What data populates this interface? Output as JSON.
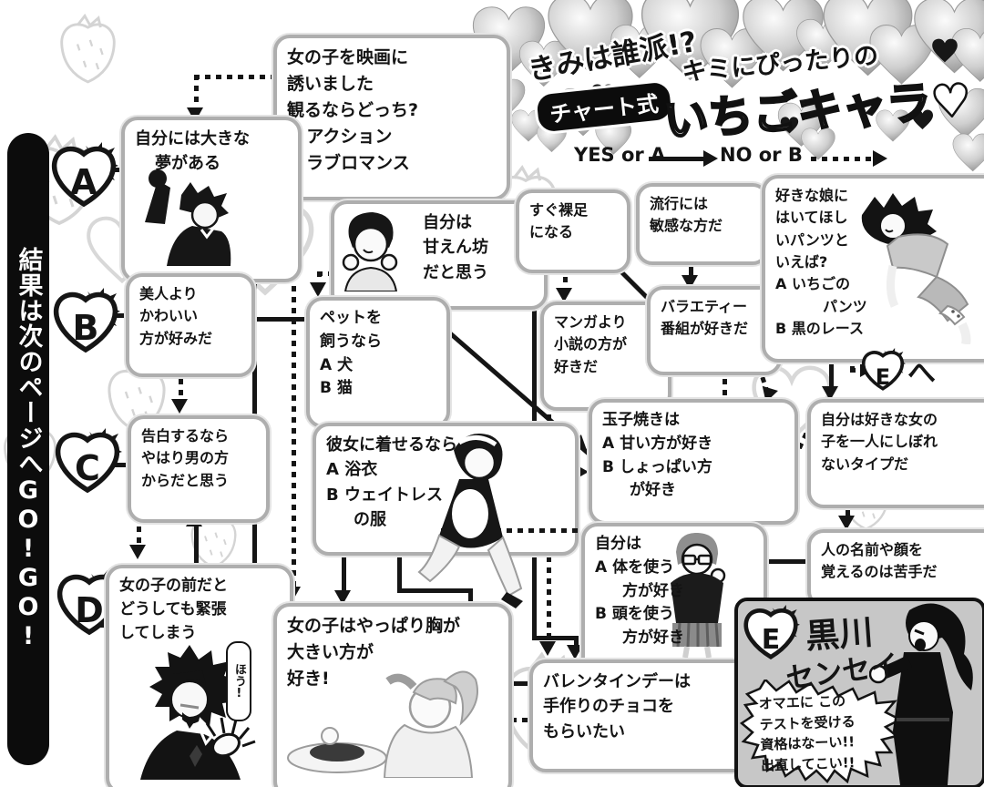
{
  "title": {
    "tagline": "きみは誰派!?",
    "badge": "チャート式",
    "line1": "キミにぴったりの",
    "line2": "いちごキャラ♥"
  },
  "legend": {
    "yes": "YES or A",
    "no": "NO or B"
  },
  "sidebar": {
    "text": "結果は次のページへGO!GO!"
  },
  "results": {
    "a": "A",
    "b": "B",
    "c": "C",
    "d": "D"
  },
  "e_nav": {
    "letter": "E",
    "suffix": "へ"
  },
  "e_block": {
    "letter": "E",
    "name_line1": "黒川",
    "name_line2": "センセイ",
    "bubble": {
      "line1": "オマエに この",
      "line2": "テストを受ける",
      "line3": "資格はなーい!!",
      "line4": "出直してこい!!"
    }
  },
  "speech": {
    "nervous": "ほう!"
  },
  "colors": {
    "ink": "#151515",
    "box_border": "#aeaeae",
    "panel_gray": "#c7c7c7"
  },
  "boxes": {
    "movie": {
      "lines": [
        "女の子を映画に",
        "誘いました",
        "観るならどっち?",
        "A アクション",
        "B ラブロマンス"
      ]
    },
    "dream": {
      "lines": [
        "自分には大きな",
        "夢がある"
      ]
    },
    "beauty": {
      "lines": [
        "美人より",
        "かわいい",
        "方が好みだ"
      ]
    },
    "confess": {
      "lines": [
        "告白するなら",
        "やはり男の方",
        "からだと思う"
      ]
    },
    "nervous": {
      "lines": [
        "女の子の前だと",
        "どうしても緊張",
        "してしまう"
      ]
    },
    "amaenbo": {
      "lines": [
        "自分は",
        "甘えん坊",
        "だと思う"
      ]
    },
    "pet": {
      "lines": [
        "ペットを",
        "飼うなら",
        "A 犬",
        "B 猫"
      ]
    },
    "kanojo": {
      "lines": [
        "彼女に着せるなら…",
        "A 浴衣",
        "B ウェイトレス",
        "の服"
      ]
    },
    "chest": {
      "lines": [
        "女の子はやっぱり胸が",
        "大きい方が",
        "好き!"
      ]
    },
    "barefoot": {
      "lines": [
        "すぐ裸足",
        "になる"
      ]
    },
    "trend": {
      "lines": [
        "流行には",
        "敏感な方だ"
      ]
    },
    "manga": {
      "lines": [
        "マンガより",
        "小説の方が",
        "好きだ"
      ]
    },
    "variety": {
      "lines": [
        "バラエティー",
        "番組が好きだ"
      ]
    },
    "tamago": {
      "lines": [
        "玉子焼きは",
        "A 甘い方が好き",
        "B しょっぱい方",
        "が好き"
      ]
    },
    "jibun": {
      "lines": [
        "自分は",
        "A 体を使う",
        "方が好き",
        "B 頭を使う",
        "方が好き"
      ]
    },
    "valentine": {
      "lines": [
        "バレンタインデーは",
        "手作りのチョコを",
        "もらいたい"
      ]
    },
    "pants": {
      "lines": [
        "好きな娘に",
        "はいてほし",
        "いパンツと",
        "いえば?",
        "A いちごの",
        "パンツ",
        "B 黒のレース"
      ]
    },
    "shibore": {
      "lines": [
        "自分は好きな女の",
        "子を一人にしぼれ",
        "ないタイプだ"
      ]
    },
    "namae": {
      "lines": [
        "人の名前や顔を",
        "覚えるのは苦手だ"
      ]
    }
  }
}
